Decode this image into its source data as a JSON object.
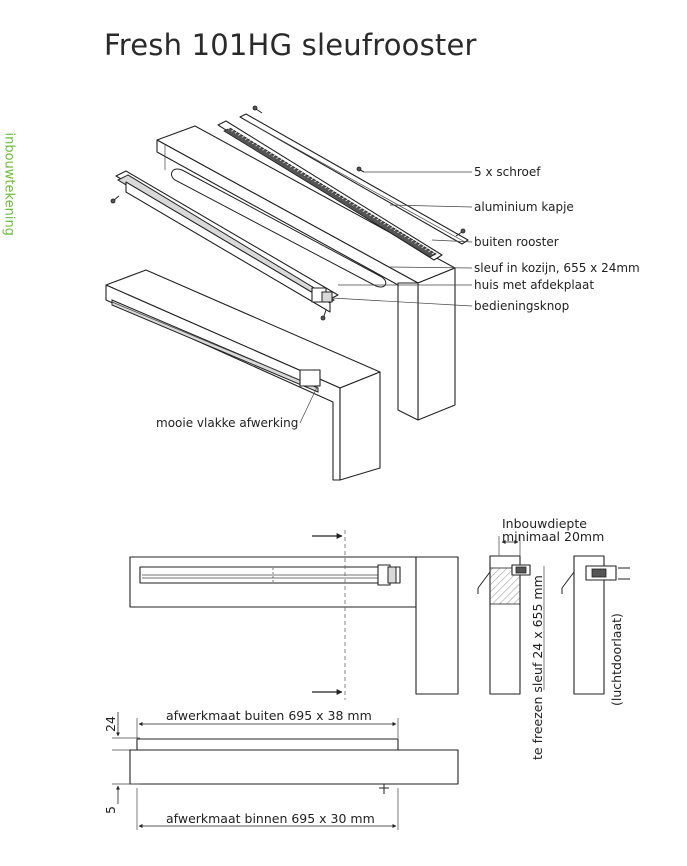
{
  "page": {
    "title": "Fresh 101HG sleufrooster",
    "side_tab": "inbouwtekening"
  },
  "exploded_view": {
    "labels": {
      "screws": "5 x schroef",
      "cap": "aluminium kapje",
      "outer_grille": "buiten rooster",
      "slot": "sleuf in kozijn, 655 x 24mm",
      "housing": "huis met afdekplaat",
      "knob": "bedieningsknop",
      "finish": "mooie vlakke afwerking"
    }
  },
  "technical_drawing": {
    "depth_label_line1": "Inbouwdiepte",
    "depth_label_line2": "minimaal 20mm",
    "mill_label": "te freezen sleuf 24 x 655 mm",
    "air_label": "(luchtdoorlaat)",
    "dim_24": "24",
    "dim_5": "5",
    "outer_size": "afwerkmaat buiten 695 x 38 mm",
    "inner_size": "afwerkmaat binnen 695 x 30 mm"
  },
  "colors": {
    "accent_green": "#6cbf3a",
    "line": "#222222",
    "hatch": "#777777"
  }
}
